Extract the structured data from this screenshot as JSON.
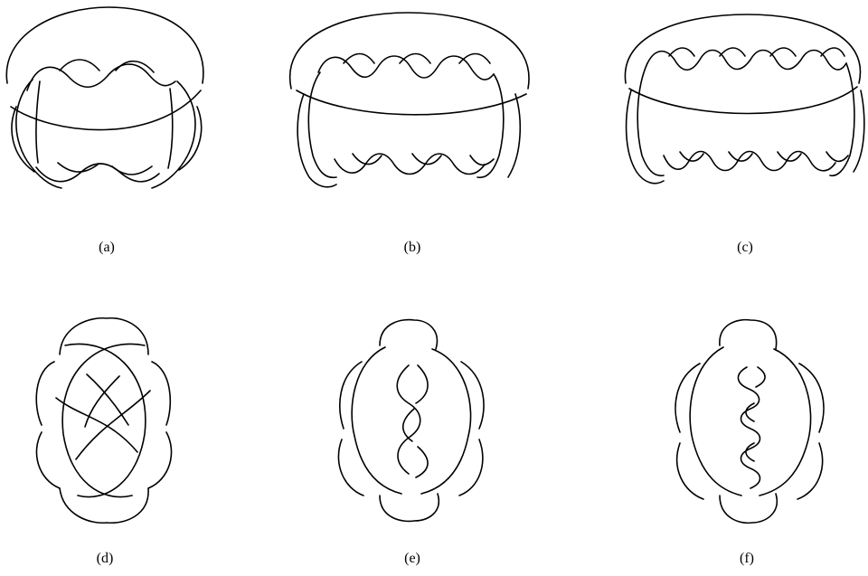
{
  "figure": {
    "captions": {
      "a": "(a)",
      "b": "(b)",
      "c": "(c)",
      "d": "(d)",
      "e": "(e)",
      "f": "(f)"
    },
    "knots": [
      {
        "id": "a",
        "type": "pretzel-band",
        "twists_per_row": 2
      },
      {
        "id": "b",
        "type": "pretzel-band",
        "twists_per_row": 4
      },
      {
        "id": "c",
        "type": "pretzel-band",
        "twists_per_row": 6
      },
      {
        "id": "d",
        "type": "knot-diagram",
        "central_twists": 2
      },
      {
        "id": "e",
        "type": "knot-diagram",
        "central_twists": 4
      },
      {
        "id": "f",
        "type": "knot-diagram",
        "central_twists": 6
      }
    ],
    "stroke_color": "#000000",
    "background_color": "#ffffff"
  }
}
